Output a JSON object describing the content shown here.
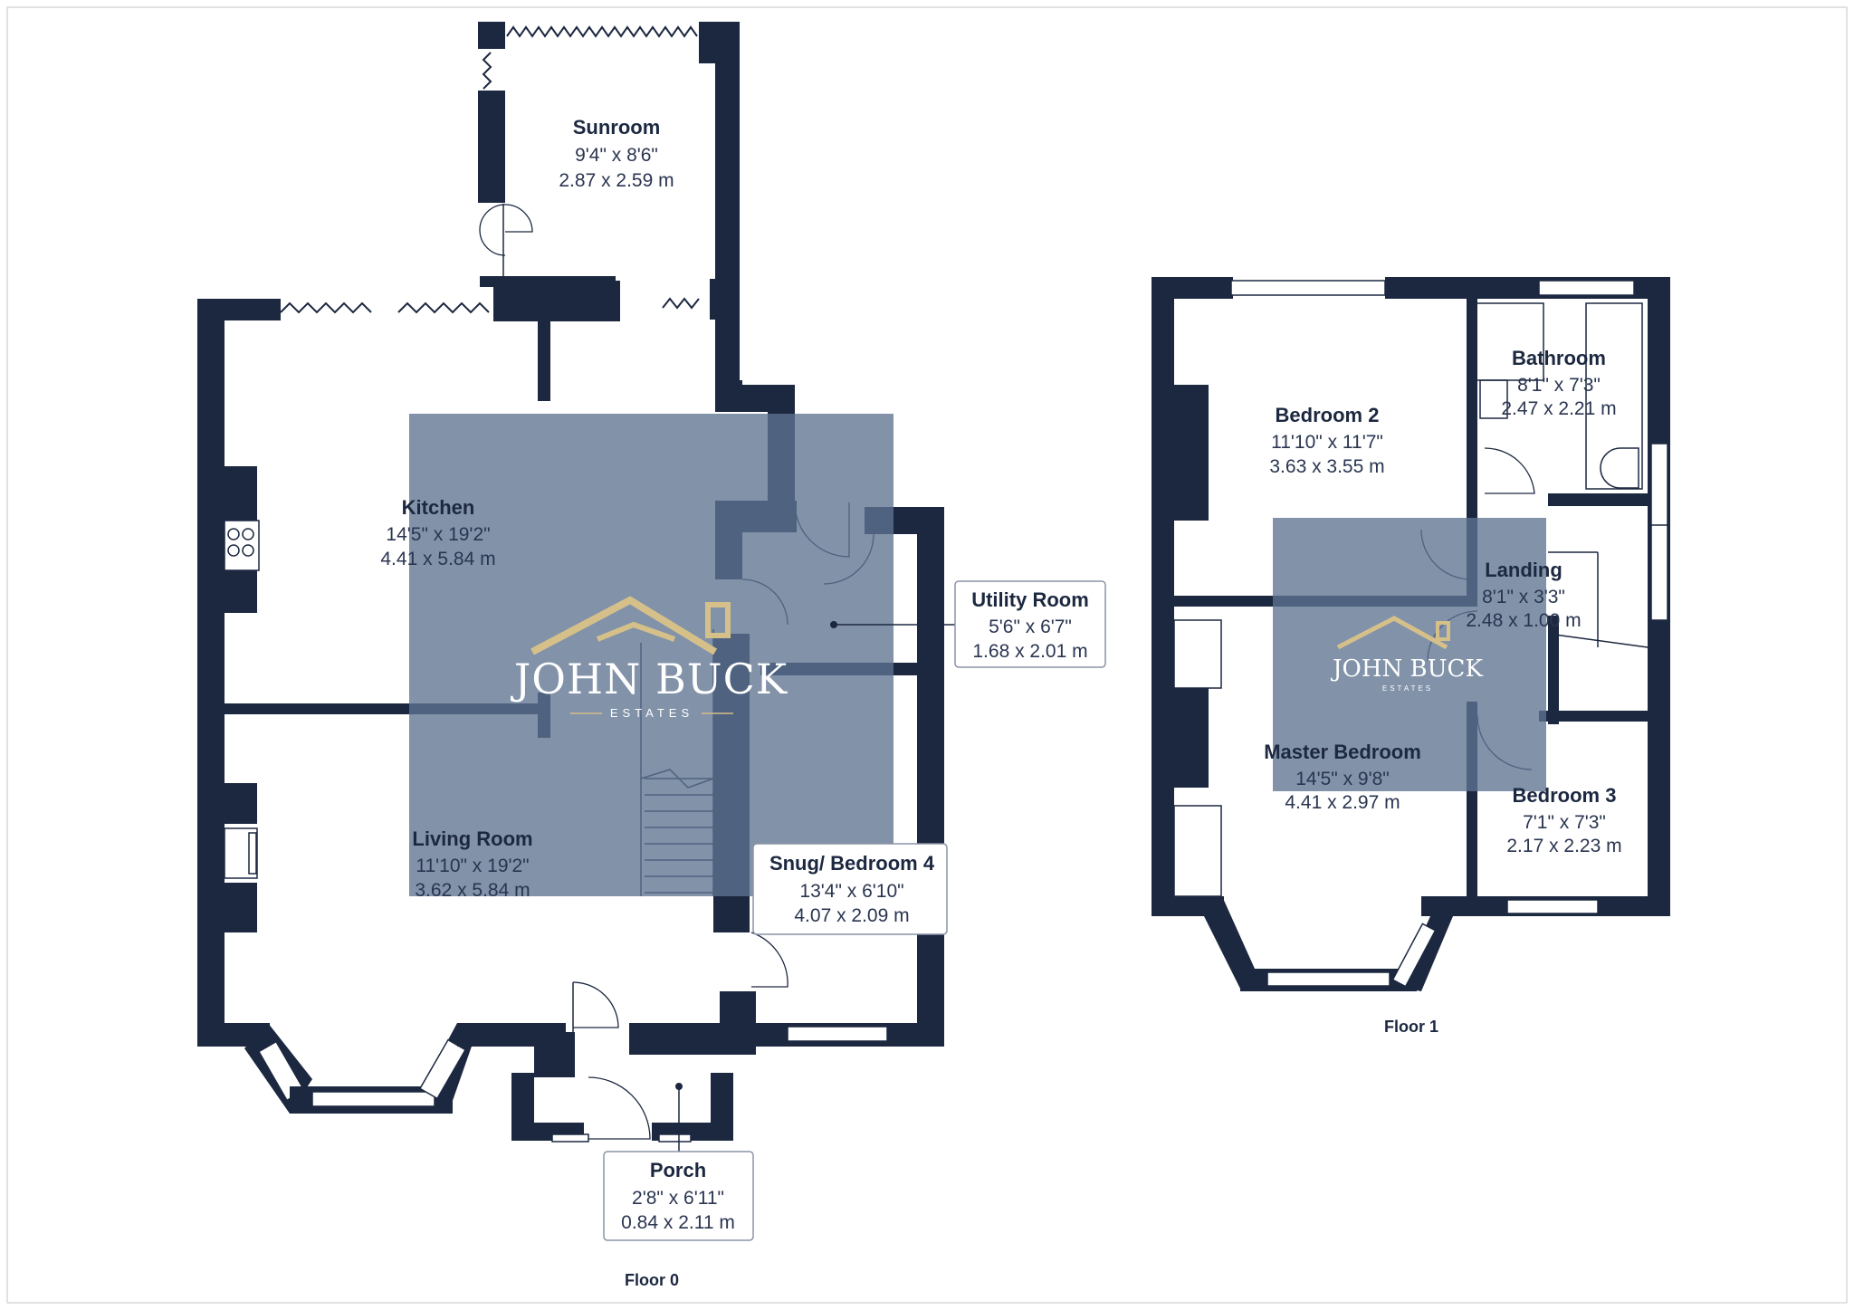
{
  "watermark": {
    "brand": "JOHN BUCK",
    "sub": "ESTATES"
  },
  "floors": [
    {
      "label": "Floor 0"
    },
    {
      "label": "Floor 1"
    }
  ],
  "rooms": {
    "sunroom": {
      "name": "Sunroom",
      "imperial": "9'4\" x 8'6\"",
      "metric": "2.87 x 2.59 m"
    },
    "kitchen": {
      "name": "Kitchen",
      "imperial": "14'5\" x 19'2\"",
      "metric": "4.41 x 5.84 m"
    },
    "utility": {
      "name": "Utility Room",
      "imperial": "5'6\" x 6'7\"",
      "metric": "1.68 x 2.01 m"
    },
    "living": {
      "name": "Living Room",
      "imperial": "11'10\" x 19'2\"",
      "metric": "3.62 x 5.84 m"
    },
    "snug": {
      "name": "Snug/ Bedroom 4",
      "imperial": "13'4\" x 6'10\"",
      "metric": "4.07 x 2.09 m"
    },
    "porch": {
      "name": "Porch",
      "imperial": "2'8\" x 6'11\"",
      "metric": "0.84 x 2.11 m"
    },
    "bedroom2": {
      "name": "Bedroom 2",
      "imperial": "11'10\" x 11'7\"",
      "metric": "3.63 x 3.55 m"
    },
    "bathroom": {
      "name": "Bathroom",
      "imperial": "8'1\" x 7'3\"",
      "metric": "2.47 x 2.21 m"
    },
    "landing": {
      "name": "Landing",
      "imperial": "8'1\" x 3'3\"",
      "metric": "2.48 x 1.00 m"
    },
    "master": {
      "name": "Master Bedroom",
      "imperial": "14'5\" x 9'8\"",
      "metric": "4.41 x 2.97 m"
    },
    "bedroom3": {
      "name": "Bedroom 3",
      "imperial": "7'1\" x 7'3\"",
      "metric": "2.17 x 2.23 m"
    }
  }
}
